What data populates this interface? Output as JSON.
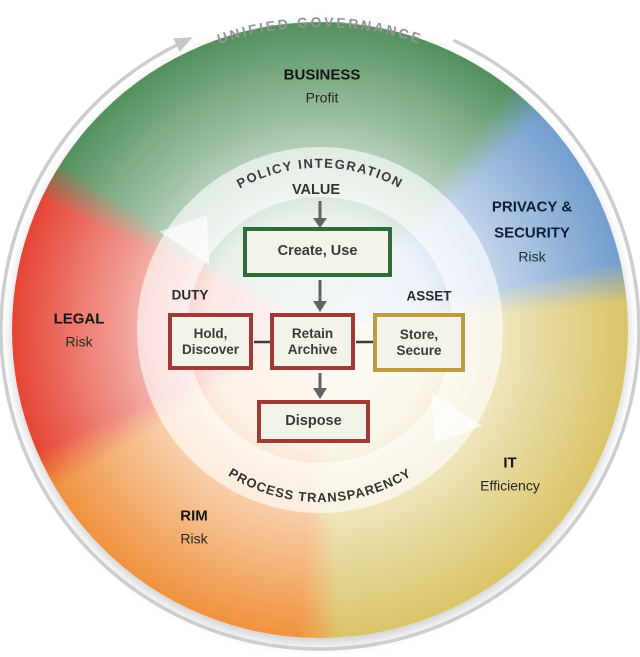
{
  "diagram": {
    "outer_arc_label": "UNIFIED GOVERNANCE",
    "inner_ring": {
      "top_label": "POLICY INTEGRATION",
      "bottom_label": "PROCESS TRANSPARENCY"
    },
    "sectors": {
      "business": {
        "title": "BUSINESS",
        "subtitle": "Profit",
        "color": "#4f8e5a"
      },
      "privacy_security": {
        "title_line1": "PRIVACY &",
        "title_line2": "SECURITY",
        "subtitle": "Risk",
        "color": "#6f9bcd"
      },
      "it": {
        "title": "IT",
        "subtitle": "Efficiency",
        "color": "#d9c364"
      },
      "rim": {
        "title": "RIM",
        "subtitle": "Risk",
        "color": "#f0903a"
      },
      "legal": {
        "title": "LEGAL",
        "subtitle": "Risk",
        "color": "#e5402f"
      }
    },
    "lifecycle": {
      "value_label": "VALUE",
      "duty_label": "DUTY",
      "asset_label": "ASSET",
      "create_box": "Create, Use",
      "hold_box_line1": "Hold,",
      "hold_box_line2": "Discover",
      "retain_box_line1": "Retain",
      "retain_box_line2": "Archive",
      "store_box_line1": "Store,",
      "store_box_line2": "Secure",
      "dispose_box": "Dispose",
      "colors": {
        "create_border": "#2d6e38",
        "duty_border": "#a03a36",
        "asset_border": "#bf9b3f",
        "box_fill": "#f4f3e9",
        "arrow": "#636363",
        "outer_arc": "#cdcdcd",
        "ring": "rgba(255,255,255,0.6)"
      }
    }
  }
}
